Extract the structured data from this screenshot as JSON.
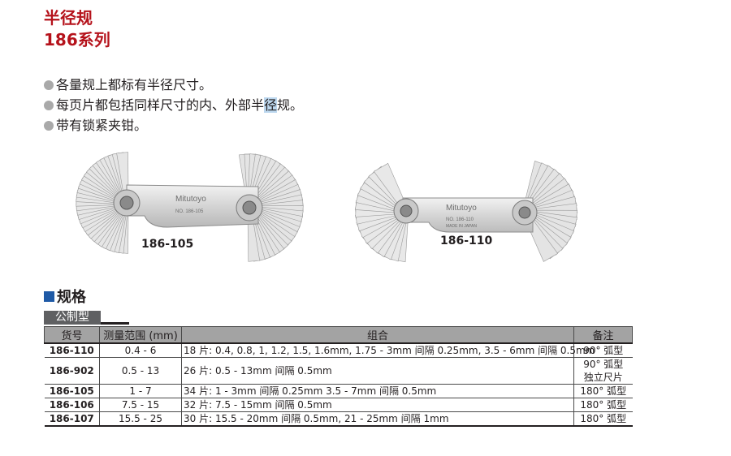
{
  "header": {
    "title": "半径规",
    "subtitle": "186系列"
  },
  "features": [
    "各量规上都标有半径尺寸。",
    "每页片都包括同样尺寸的内、外部半径规。",
    "带有锁紧夹钳。"
  ],
  "feature_highlight": "径",
  "products": [
    {
      "model": "186-105",
      "brand": "Mitutoyo",
      "plate_text": "NO. 186-105"
    },
    {
      "model": "186-110",
      "brand": "Mitutoyo",
      "plate_text": "NO. 186-110",
      "origin": "MADE IN JAPAN"
    }
  ],
  "specs": {
    "heading": "规格",
    "section_tab": "公制型",
    "columns": [
      "货号",
      "测量范围 (mm)",
      "组合",
      "备注"
    ],
    "rows": [
      {
        "code": "186-110",
        "range": "0.4 - 6",
        "combination": "18 片: 0.4, 0.8, 1, 1.2, 1.5, 1.6mm, 1.75 - 3mm 间隔 0.25mm, 3.5 - 6mm 间隔 0.5mm",
        "note": [
          "90° 弧型"
        ]
      },
      {
        "code": "186-902",
        "range": "0.5 - 13",
        "combination": "26 片: 0.5 - 13mm 间隔 0.5mm",
        "note": [
          "90° 弧型",
          "独立尺片"
        ]
      },
      {
        "code": "186-105",
        "range": "1 - 7",
        "combination": "34 片: 1 - 3mm 间隔 0.25mm 3.5 - 7mm 间隔 0.5mm",
        "note": [
          "180° 弧型"
        ]
      },
      {
        "code": "186-106",
        "range": "7.5 - 15",
        "combination": "32 片: 7.5 - 15mm 间隔 0.5mm",
        "note": [
          "180° 弧型"
        ]
      },
      {
        "code": "186-107",
        "range": "15.5 - 25",
        "combination": "30 片: 15.5 - 20mm 间隔 0.5mm, 21 - 25mm 间隔 1mm",
        "note": [
          "180° 弧型"
        ]
      }
    ]
  },
  "colors": {
    "title": "#b5121b",
    "bullet_dot": "#a9a9a9",
    "spec_square": "#1f5aa6",
    "tab_bg": "#5f6062",
    "table_header_bg": "#a3a3a3"
  }
}
